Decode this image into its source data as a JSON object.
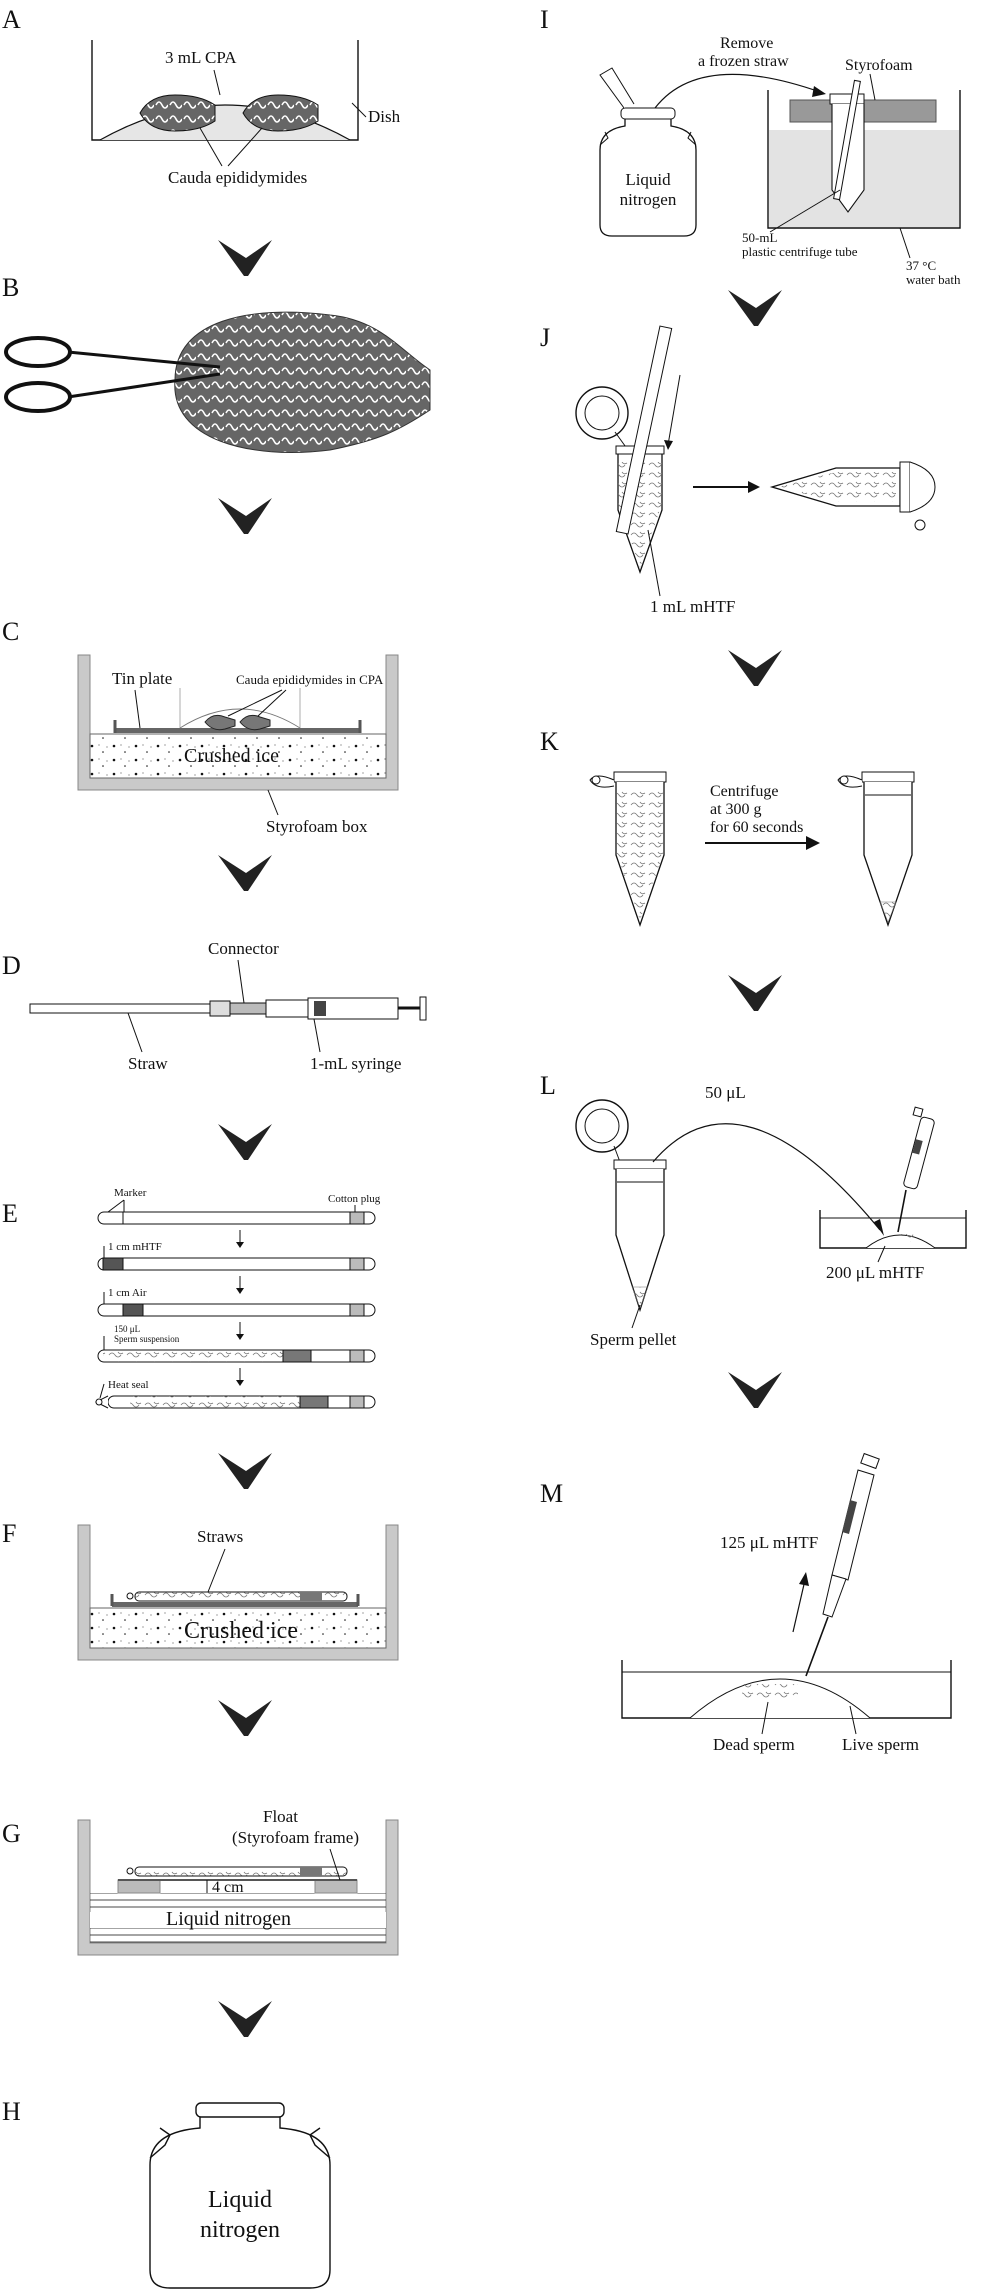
{
  "panels": {
    "A": {
      "label": "A",
      "cpa": "3 mL CPA",
      "dish": "Dish",
      "cauda": "Cauda epididymides"
    },
    "B": {
      "label": "B"
    },
    "C": {
      "label": "C",
      "tin_plate": "Tin plate",
      "cauda_cpa": "Cauda epididymides in CPA",
      "ice": "Crushed ice",
      "box": "Styrofoam box"
    },
    "D": {
      "label": "D",
      "connector": "Connector",
      "straw": "Straw",
      "syringe": "1-mL syringe"
    },
    "E": {
      "label": "E",
      "marker": "Marker",
      "cotton": "Cotton plug",
      "mhtf": "1 cm mHTF",
      "air": "1 cm Air",
      "vol": "150 μL",
      "sperm_susp": "Sperm suspension",
      "heat_seal": "Heat seal"
    },
    "F": {
      "label": "F",
      "straws": "Straws",
      "ice": "Crushed ice"
    },
    "G": {
      "label": "G",
      "float1": "Float",
      "float2": "(Styrofoam frame)",
      "dist": "4 cm",
      "ln2": "Liquid nitrogen"
    },
    "H": {
      "label": "H",
      "line1": "Liquid",
      "line2": "nitrogen"
    },
    "I": {
      "label": "I",
      "remove1": "Remove",
      "remove2": "a frozen straw",
      "styro": "Styrofoam",
      "ln1": "Liquid",
      "ln2": "nitrogen",
      "tube1": "50-mL",
      "tube2": "plastic centrifuge tube",
      "temp": "37 °C",
      "bath": "water bath"
    },
    "J": {
      "label": "J",
      "mhtf": "1 mL mHTF"
    },
    "K": {
      "label": "K",
      "cent1": "Centrifuge",
      "cent2": "at 300 g",
      "cent3": "for 60 seconds"
    },
    "L": {
      "label": "L",
      "vol": "50 μL",
      "drop": "200 μL mHTF",
      "pellet": "Sperm pellet"
    },
    "M": {
      "label": "M",
      "vol": "125 μL mHTF",
      "dead": "Dead sperm",
      "live": "Live sperm"
    }
  }
}
